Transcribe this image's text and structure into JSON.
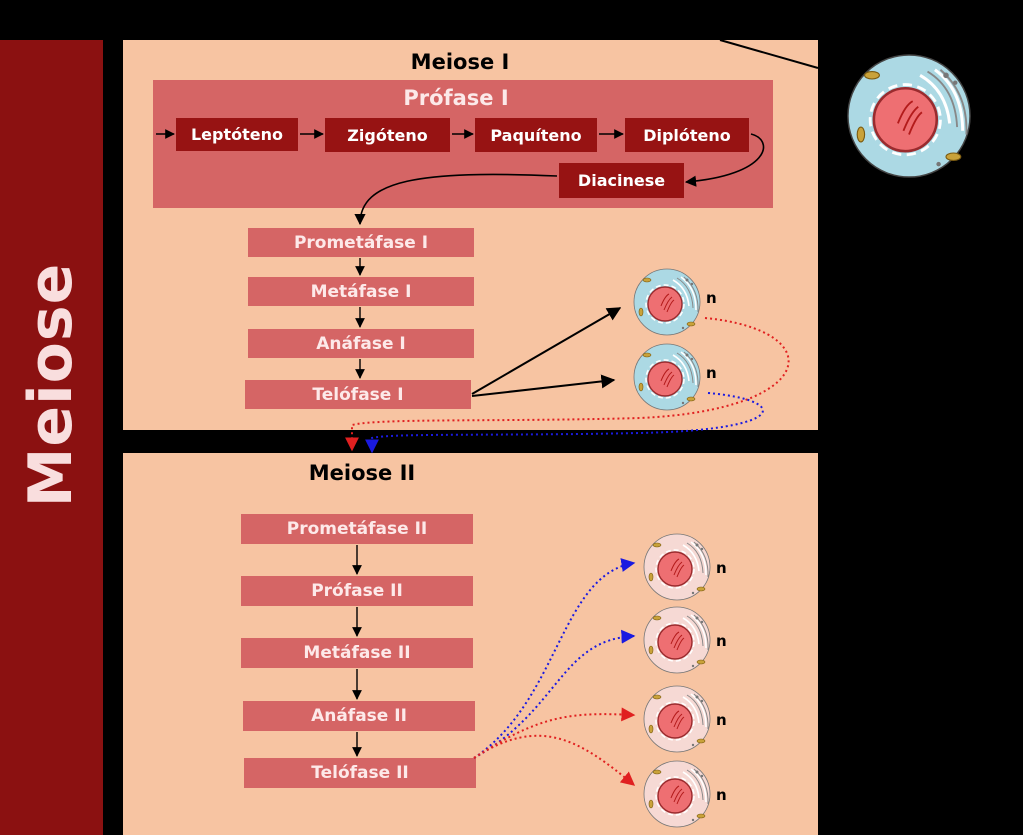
{
  "sidebar": {
    "label": "Meiose"
  },
  "meiosis1": {
    "title": "Meiose I",
    "prophase": {
      "title": "Prófase I",
      "substages": [
        "Leptóteno",
        "Zigóteno",
        "Paquíteno",
        "Diplóteno",
        "Diacinese"
      ]
    },
    "stages": [
      "Prometáfase I",
      "Metáfase I",
      "Anáfase I",
      "Telófase I"
    ],
    "cells": [
      {
        "label": "n",
        "style": "blue"
      },
      {
        "label": "n",
        "style": "blue"
      }
    ]
  },
  "meiosis2": {
    "title": "Meiose II",
    "stages": [
      "Prometáfase II",
      "Prófase II",
      "Metáfase II",
      "Anáfase II",
      "Telófase II"
    ],
    "cells": [
      {
        "label": "n",
        "style": "pink"
      },
      {
        "label": "n",
        "style": "pink"
      },
      {
        "label": "n",
        "style": "pink"
      },
      {
        "label": "n",
        "style": "pink"
      }
    ]
  },
  "colors": {
    "sidebar": "#8b1111",
    "panel": "#f7c4a2",
    "prophase_box": "#d56565",
    "dark_box": "#971313",
    "stage_box": "#d56565",
    "arrow_red": "#e02020",
    "arrow_blue": "#1a1ae0"
  }
}
